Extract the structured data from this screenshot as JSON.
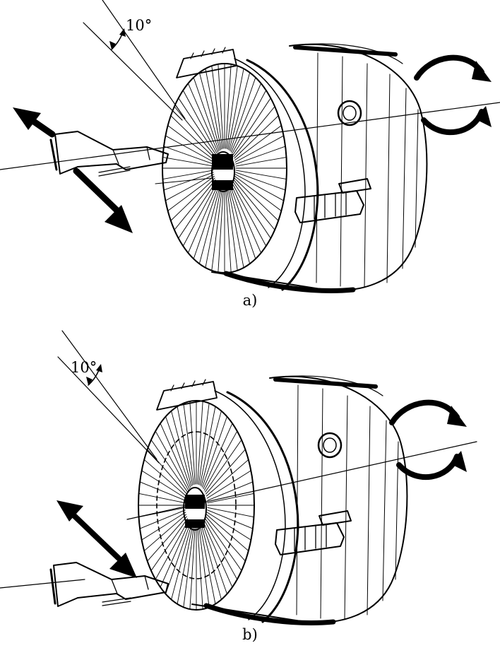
{
  "figures": [
    {
      "caption": "a)",
      "angle_label": "10°"
    },
    {
      "caption": "b)",
      "angle_label": "10°"
    }
  ],
  "colors": {
    "ink": "#000000",
    "paper": "#ffffff"
  }
}
